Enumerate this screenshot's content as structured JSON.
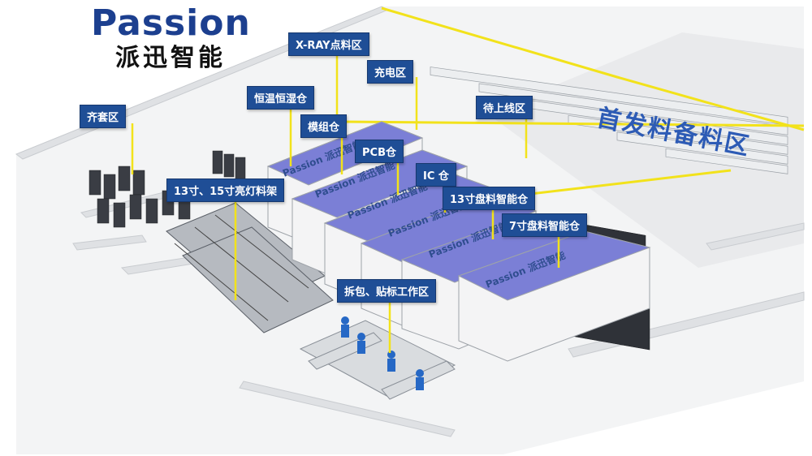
{
  "brand": {
    "name_en": "Passion",
    "name_cn": "派迅智能"
  },
  "zones": {
    "xray": "X-RAY点料区",
    "charging": "充电区",
    "thermo": "恒温恒湿仓",
    "module": "模组仓",
    "kitting": "齐套区",
    "pcb": "PCB仓",
    "pending": "待上线区",
    "ic": "IC 仓",
    "led_rack": "13寸、15寸亮灯料架",
    "reel13": "13寸盘料智能仓",
    "reel7": "7寸盘料智能仓",
    "unpack": "拆包、贴标工作区",
    "first_prep": "首发料备料区"
  },
  "warehouse_logo": "Passion 派迅智能",
  "colors": {
    "label_bg": "#1f4e96",
    "brand_blue": "#1c3f8f",
    "area_text": "#2d5bb5",
    "yellow_line": "#f2e21b",
    "cabinet_top": "#7b7fd6"
  }
}
